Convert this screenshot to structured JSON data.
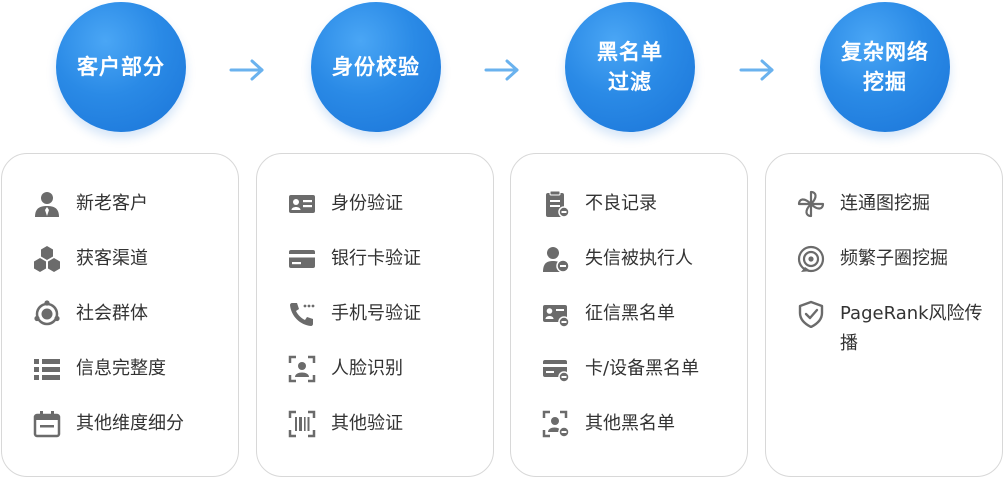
{
  "stages": [
    {
      "title": "客户部分"
    },
    {
      "title": "身份校验"
    },
    {
      "title": "黑名单过滤",
      "line1": "黑名单",
      "line2": "过滤"
    },
    {
      "title": "复杂网络挖掘",
      "line1": "复杂网络",
      "line2": "挖掘"
    }
  ],
  "colors": {
    "accent": "#1f7fe0",
    "arrow": "#6ab2ee",
    "icon": "#6b6b6b",
    "border": "#d8d8d8"
  },
  "cards": [
    {
      "items": [
        {
          "label": "新老客户",
          "icon": "user-tie-icon"
        },
        {
          "label": "获客渠道",
          "icon": "cubes-icon"
        },
        {
          "label": "社会群体",
          "icon": "circle-group-icon"
        },
        {
          "label": "信息完整度",
          "icon": "list-icon"
        },
        {
          "label": "其他维度细分",
          "icon": "calendar-icon"
        }
      ]
    },
    {
      "items": [
        {
          "label": "身份验证",
          "icon": "id-card-icon"
        },
        {
          "label": "银行卡验证",
          "icon": "bank-card-icon"
        },
        {
          "label": "手机号验证",
          "icon": "phone-icon"
        },
        {
          "label": "人脸识别",
          "icon": "face-scan-icon"
        },
        {
          "label": "其他验证",
          "icon": "barcode-scan-icon"
        }
      ]
    },
    {
      "items": [
        {
          "label": "不良记录",
          "icon": "clipboard-icon"
        },
        {
          "label": "失信被执行人",
          "icon": "user-minus-icon"
        },
        {
          "label": "征信黑名单",
          "icon": "id-card-minus-icon"
        },
        {
          "label": "卡/设备黑名单",
          "icon": "card-minus-icon"
        },
        {
          "label": "其他黑名单",
          "icon": "face-minus-icon"
        }
      ]
    },
    {
      "items": [
        {
          "label": "连通图挖掘",
          "icon": "pinwheel-icon"
        },
        {
          "label": "频繁子圈挖掘",
          "icon": "spiral-target-icon"
        },
        {
          "label": "PageRank风险传播",
          "icon": "shield-check-icon"
        }
      ]
    }
  ]
}
